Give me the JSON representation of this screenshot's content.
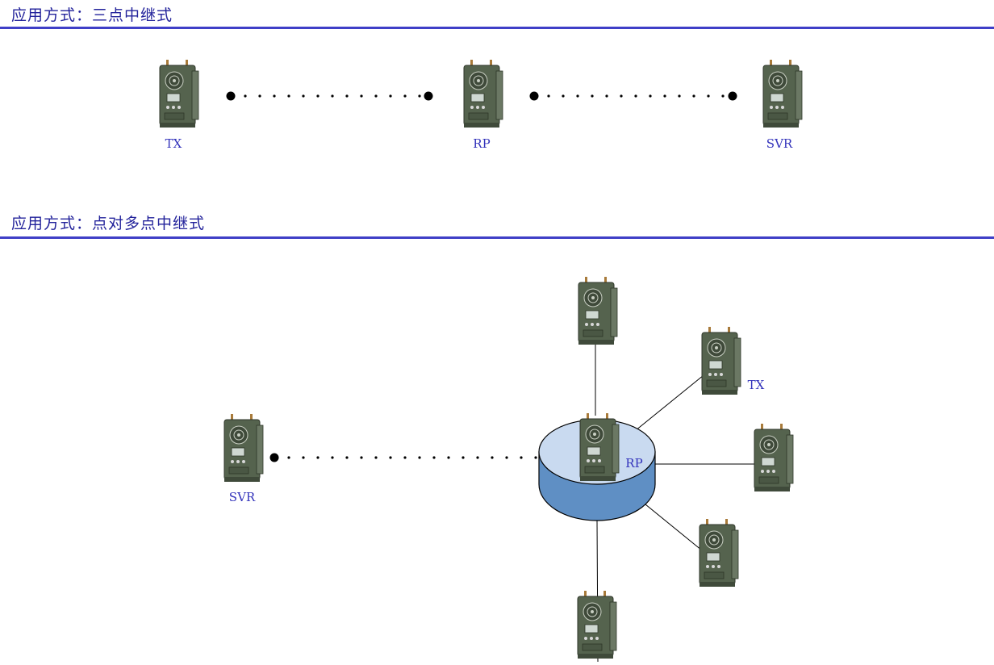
{
  "section1": {
    "title": "应用方式：三点中继式",
    "labels": {
      "tx": "TX",
      "rp": "RP",
      "svr": "SVR"
    }
  },
  "section2": {
    "title": "应用方式：点对多点中继式",
    "labels": {
      "svr": "SVR",
      "rp": "RP",
      "tx": "TX"
    }
  },
  "colors": {
    "heading": "#23239b",
    "rule": "#3f3fc7",
    "label": "#3333bb",
    "device_body": "#55634e",
    "hub_top": "#c9daf0",
    "hub_side": "#5f8fc4"
  },
  "icons": {
    "device": "radio-transceiver-icon",
    "hub": "relay-hub-icon"
  }
}
